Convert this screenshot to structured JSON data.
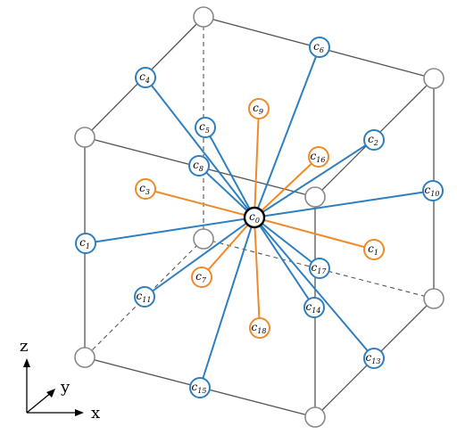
{
  "diagram": {
    "center": {
      "label": "c",
      "sub": "0"
    },
    "velocities": [
      {
        "id": "c6",
        "label": "c",
        "sub": "6",
        "color": "blue"
      },
      {
        "id": "c4",
        "label": "c",
        "sub": "4",
        "color": "blue"
      },
      {
        "id": "c5",
        "label": "c",
        "sub": "5",
        "color": "blue"
      },
      {
        "id": "c8",
        "label": "c",
        "sub": "8",
        "color": "blue"
      },
      {
        "id": "c2",
        "label": "c",
        "sub": "2",
        "color": "blue"
      },
      {
        "id": "c10",
        "label": "c",
        "sub": "10",
        "color": "blue"
      },
      {
        "id": "c1l",
        "label": "c",
        "sub": "1",
        "color": "blue"
      },
      {
        "id": "c11",
        "label": "c",
        "sub": "11",
        "color": "blue"
      },
      {
        "id": "c15",
        "label": "c",
        "sub": "15",
        "color": "blue"
      },
      {
        "id": "c13",
        "label": "c",
        "sub": "13",
        "color": "blue"
      },
      {
        "id": "c14",
        "label": "c",
        "sub": "14",
        "color": "blue"
      },
      {
        "id": "c17",
        "label": "c",
        "sub": "17",
        "color": "blue"
      },
      {
        "id": "c9",
        "label": "c",
        "sub": "9",
        "color": "orange"
      },
      {
        "id": "c16",
        "label": "c",
        "sub": "16",
        "color": "orange"
      },
      {
        "id": "c3",
        "label": "c",
        "sub": "3",
        "color": "orange"
      },
      {
        "id": "c1r",
        "label": "c",
        "sub": "1",
        "color": "orange"
      },
      {
        "id": "c7",
        "label": "c",
        "sub": "7",
        "color": "orange"
      },
      {
        "id": "c18",
        "label": "c",
        "sub": "18",
        "color": "orange"
      }
    ],
    "axes": {
      "z": "z",
      "y": "y",
      "x": "x"
    },
    "colors": {
      "blue": "#2e7fbf",
      "orange": "#ee8a28",
      "cube": "#555555",
      "corner": "#888888"
    }
  }
}
